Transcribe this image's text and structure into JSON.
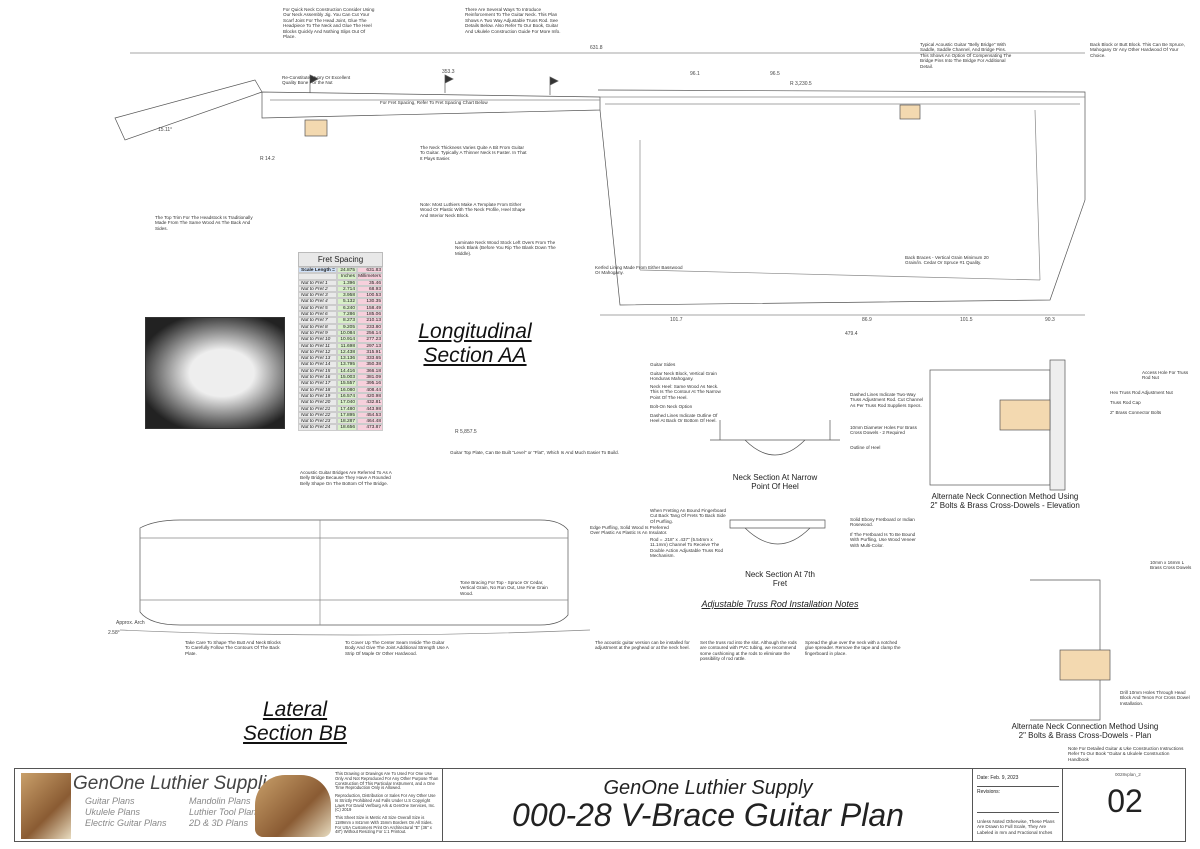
{
  "sections": {
    "longitudinal": "Longitudinal\nSection AA",
    "lateral": "Lateral\nSection BB",
    "neck_heel": "Neck Section At Narrow\nPoint Of Heel",
    "neck_7th": "Neck Section At 7th\nFret",
    "truss_notes_title": "Adjustable Truss Rod Installation Notes",
    "alt_elevation": "Alternate Neck Connection Method Using\n2\" Bolts & Brass Cross-Dowels - Elevation",
    "alt_plan": "Alternate Neck Connection Method Using\n2\" Bolts & Brass Cross-Dowels - Plan"
  },
  "dimensions": [
    "631.8",
    "353.3",
    "96.1",
    "96.5",
    "R 3,230.5",
    "101.7",
    "86.9",
    "101.5",
    "90.3",
    "479.4",
    "R 5,857.5",
    "Approx. Arch",
    "2.58°",
    "15.11°",
    "R 14.2"
  ],
  "notes": {
    "n1": "For Quick Neck Construction Consider Using Our Neck Assembly Jig. You Can Cut Your Scarf Joint For The Head Joint, Glue The Headpiece To The Neck and Glue The Heel Blocks Quickly And Nothing Slips Out Of Place.",
    "n2": "There Are Several Ways To Introduce Reinforcement To The Guitar Neck. This Plan Shows A Two Way Adjustable Truss Rod. See Details Below. Also Refer To Our Book, Guitar And Ukulele Construction Guide For More Info.",
    "n3": "Re-Constituted Ivory Or Excellent Quality Bone For the Nut",
    "n4": "For Fret Spacing, Refer To Fret Spacing Chart Below",
    "n5": "Typical Acoustic Guitar \"Belly Bridge\" With Saddle, Saddle Channel, And Bridge Pins. This Shows An Option Of Compensating The Bridge Pins Into The Bridge For Additional Detail.",
    "n6": "Back Block or Butt Block. This Can Be Spruce, Mahogany Or Any Other Hardwood Of Your Choice.",
    "n7": "The Neck Thickness Varies Quite A Bit From Guitar To Guitar. Typically A Thinner Neck Is Faster. In That It Plays Easier.",
    "n8": "Note: Most Luthiers Make A Template From Either Wood Or Plastic With The Neck Profile, Heel Shape And Interior Neck Block.",
    "n9": "Laminate Neck Wood Stock Left Overs From The Neck Blank (Before You Rip The Blank Down The Middle).",
    "n10": "Kerfed Lining Made From Either Basswood Or Mahogany.",
    "n11": "Back Braces - Vertical Grain Minimum 20 Grain/in. Cedar Or Spruce #1 Quality.",
    "n12": "The Top Trim For The Headstock Is Traditionally Made From The Same Wood As The Back And Sides.",
    "n13": "Acoustic Guitar Bridges Are Referred To As A Belly Bridge Because They Have A Rounded Belly Shape On The Bottom Of The Bridge.",
    "n14": "Guitar Top Plate, Can Be Built \"Level\" or \"Flat\", Which Is And Much Easier To Build.",
    "n15": "Edge Purfling, Solid Wood Is Preferred Over Plastic As Plastic Is An Insulator.",
    "n16": "Take Care To Shape The Butt And Neck Blocks To Carefully Follow The Contours Of The Back Plate.",
    "n17": "To Cover Up The Center Seam Inside The Guitar Body And Give The Joint Additional Strength Use A Strip Of Maple Or Other Hardwood.",
    "n18": "Tone Bracing For Top - Spruce Or Cedar, Vertical Grain, No Run Out, Use Fine Grain Wood.",
    "n19": "The acoustic guitar version can be installed for adjustment at the peghead or at the neck heel.",
    "n20": "Set the truss rod into the slot. Although the rods are contoured with PVC tubing, we recommend some cushioning at the rods to eliminate the possibility of rod rattle.",
    "n21": "Spread the glue over the neck with a notched glue spreader. Remove the tape and clamp the fingerboard in place.",
    "n22": "Guitar Sides",
    "n23": "Guitar Neck Block, Vertical Grain Honduras Mahogany.",
    "n24": "Neck Heel: Same Wood As Neck. This Is The Contour At The Narrow Point Of The Heel.",
    "n25": "Bolt-On Neck Option",
    "n26": "Dashed Lines Indicate Outline Of Heel At Back Or Bottom Of Heel.",
    "n27": "Dashed Lines Indicate Two-Way Truss Adjustment Rod. Cut Channel As Per Truss Rod Suppliers Specs.",
    "n28": "10mm Diameter Holes For Brass Cross Dowels - 2 Required",
    "n29": "Outline of Heel",
    "n30": "Access Hole For Truss Rod Nut",
    "n31": "Hex Truss Rod Adjustment Nut",
    "n32": "Truss Rod Cap",
    "n33": "2\" Brass Connector Bolts",
    "n34": "Solid Ebony Fretboard or Indian Rosewood.",
    "n35": "If The Fretboard Is To Be Bound With Purfling, Use Wood Veneer With Multi-Color.",
    "n36": "When Fretting An Bound Fingerboard Cut Back Tang Of Frets To Back Side Of Purfling.",
    "n37": "Rod = .218\" x .437\" (5.54mm x 11.1mm) Channel To Receive The Double Action Adjustable Truss Rod Mechanism.",
    "n38": "10mm x 16mm L Brass Cross Dowels",
    "n39": "Drill 10mm Holes Through Head Block And Tenon For Cross Dowel Installation.",
    "book": "Note For Detailed Guitar & Uke Construction Instructions Refer To Our Book \"Guitar & Ukulele Construction Handbook"
  },
  "fret_table": {
    "title": "Fret Spacing",
    "scale_label": "Scale Length =",
    "scale_in": "24.875",
    "scale_mm": "631.83",
    "col_in": "Inches",
    "col_mm": "Millimeters",
    "rows": [
      [
        "Nut to Fret 1",
        "1.396",
        "35.46"
      ],
      [
        "Nut to Fret 2",
        "2.714",
        "68.93"
      ],
      [
        "Nut to Fret 3",
        "3.958",
        "100.53"
      ],
      [
        "Nut to Fret 4",
        "5.132",
        "130.35"
      ],
      [
        "Nut to Fret 5",
        "6.240",
        "158.49"
      ],
      [
        "Nut to Fret 6",
        "7.286",
        "185.06"
      ],
      [
        "Nut to Fret 7",
        "8.273",
        "210.13"
      ],
      [
        "Nut to Fret 8",
        "9.205",
        "233.80"
      ],
      [
        "Nut to Fret 9",
        "10.084",
        "256.14"
      ],
      [
        "Nut to Fret 10",
        "10.914",
        "277.23"
      ],
      [
        "Nut to Fret 11",
        "11.698",
        "297.13"
      ],
      [
        "Nut to Fret 12",
        "12.438",
        "315.91"
      ],
      [
        "Nut to Fret 13",
        "13.136",
        "333.65"
      ],
      [
        "Nut to Fret 14",
        "13.795",
        "350.38"
      ],
      [
        "Nut to Fret 15",
        "14.416",
        "366.18"
      ],
      [
        "Nut to Fret 16",
        "15.003",
        "381.09"
      ],
      [
        "Nut to Fret 17",
        "15.557",
        "395.16"
      ],
      [
        "Nut to Fret 18",
        "16.080",
        "408.44"
      ],
      [
        "Nut to Fret 19",
        "16.574",
        "420.98"
      ],
      [
        "Nut to Fret 20",
        "17.040",
        "432.81"
      ],
      [
        "Nut to Fret 21",
        "17.480",
        "443.98"
      ],
      [
        "Nut to Fret 22",
        "17.895",
        "454.53"
      ],
      [
        "Nut to Fret 23",
        "18.287",
        "464.48"
      ],
      [
        "Nut to Fret 24",
        "18.656",
        "473.87"
      ]
    ]
  },
  "title_block": {
    "brand": "GenOne Luthier Supplies",
    "links": [
      "Guitar Plans",
      "Ukulele Plans",
      "Electric Guitar Plans",
      "Mandolin Plans",
      "Luthier Tool Plans",
      "2D & 3D Plans"
    ],
    "legal1": "This Drawing or Drawings Are To Used For One Use Only And Not Reproduced For Any Other Purpose Than Construction Of This Particular Instrument, and a One Time Reproduction Only is Allowed.",
    "legal2": "Reproduction, Distribution or Sales For Any Other Use Is Strictly Prohibited And Falls Under U.S Copyright Laws For David Verlburg Ark & GenOne Services, Inc. (C) 2019",
    "legal3": "This Sheet Size is Metric A0 Size Overall Size is 1189mm x 841mm With 15mm Borders On All Sides. For USA Customers Print On Architectural \"E\" (36\" x 48\") Without Resizing For 1:1 Printout.",
    "company": "GenOne Luthier Supply",
    "plan_title": "000-28 V-Brace Guitar Plan",
    "date": "Date: Feb. 9, 2023",
    "revisions": "Revisions:",
    "scale_note": "Unless Noted Otherwise, These Plans Are Drawn to Full Scale, They Are Labeled in mm and Fractional Inches",
    "file": "0028vplan_2",
    "sheet": "02"
  }
}
